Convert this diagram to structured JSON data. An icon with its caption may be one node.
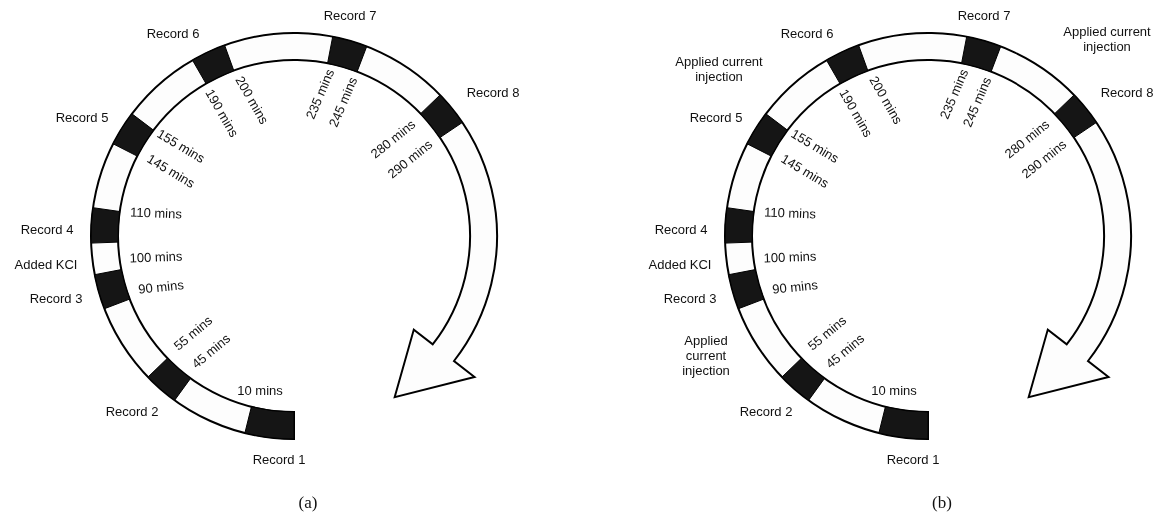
{
  "diagram": {
    "labels": [
      "Record 7",
      "Record 6",
      "200 mins",
      "190 mins",
      "235 mins",
      "245 mins",
      "Record 8",
      "Record 5",
      "155 mins",
      "145 mins",
      "280 mins",
      "290 mins",
      "110 mins",
      "Record 4",
      "Added KCI",
      "100 mins",
      "90 mins",
      "Record 3",
      "55 mins",
      "45 mins",
      "10 mins",
      "Record 2",
      "Record 1",
      "(a)",
      "Record 7",
      "Applied current injection",
      "Record 6",
      "Applied current injection",
      "200 mins",
      "190 mins",
      "235 mins",
      "245 mins",
      "Record 8",
      "Record 5",
      "155 mins",
      "145 mins",
      "280 mins",
      "290 mins",
      "110 mins",
      "Record 4",
      "Added KCI",
      "100 mins",
      "90 mins",
      "Record 3",
      "Applied current injection",
      "55 mins",
      "45 mins",
      "10 mins",
      "Record 2",
      "Record 1",
      "(b)"
    ]
  }
}
